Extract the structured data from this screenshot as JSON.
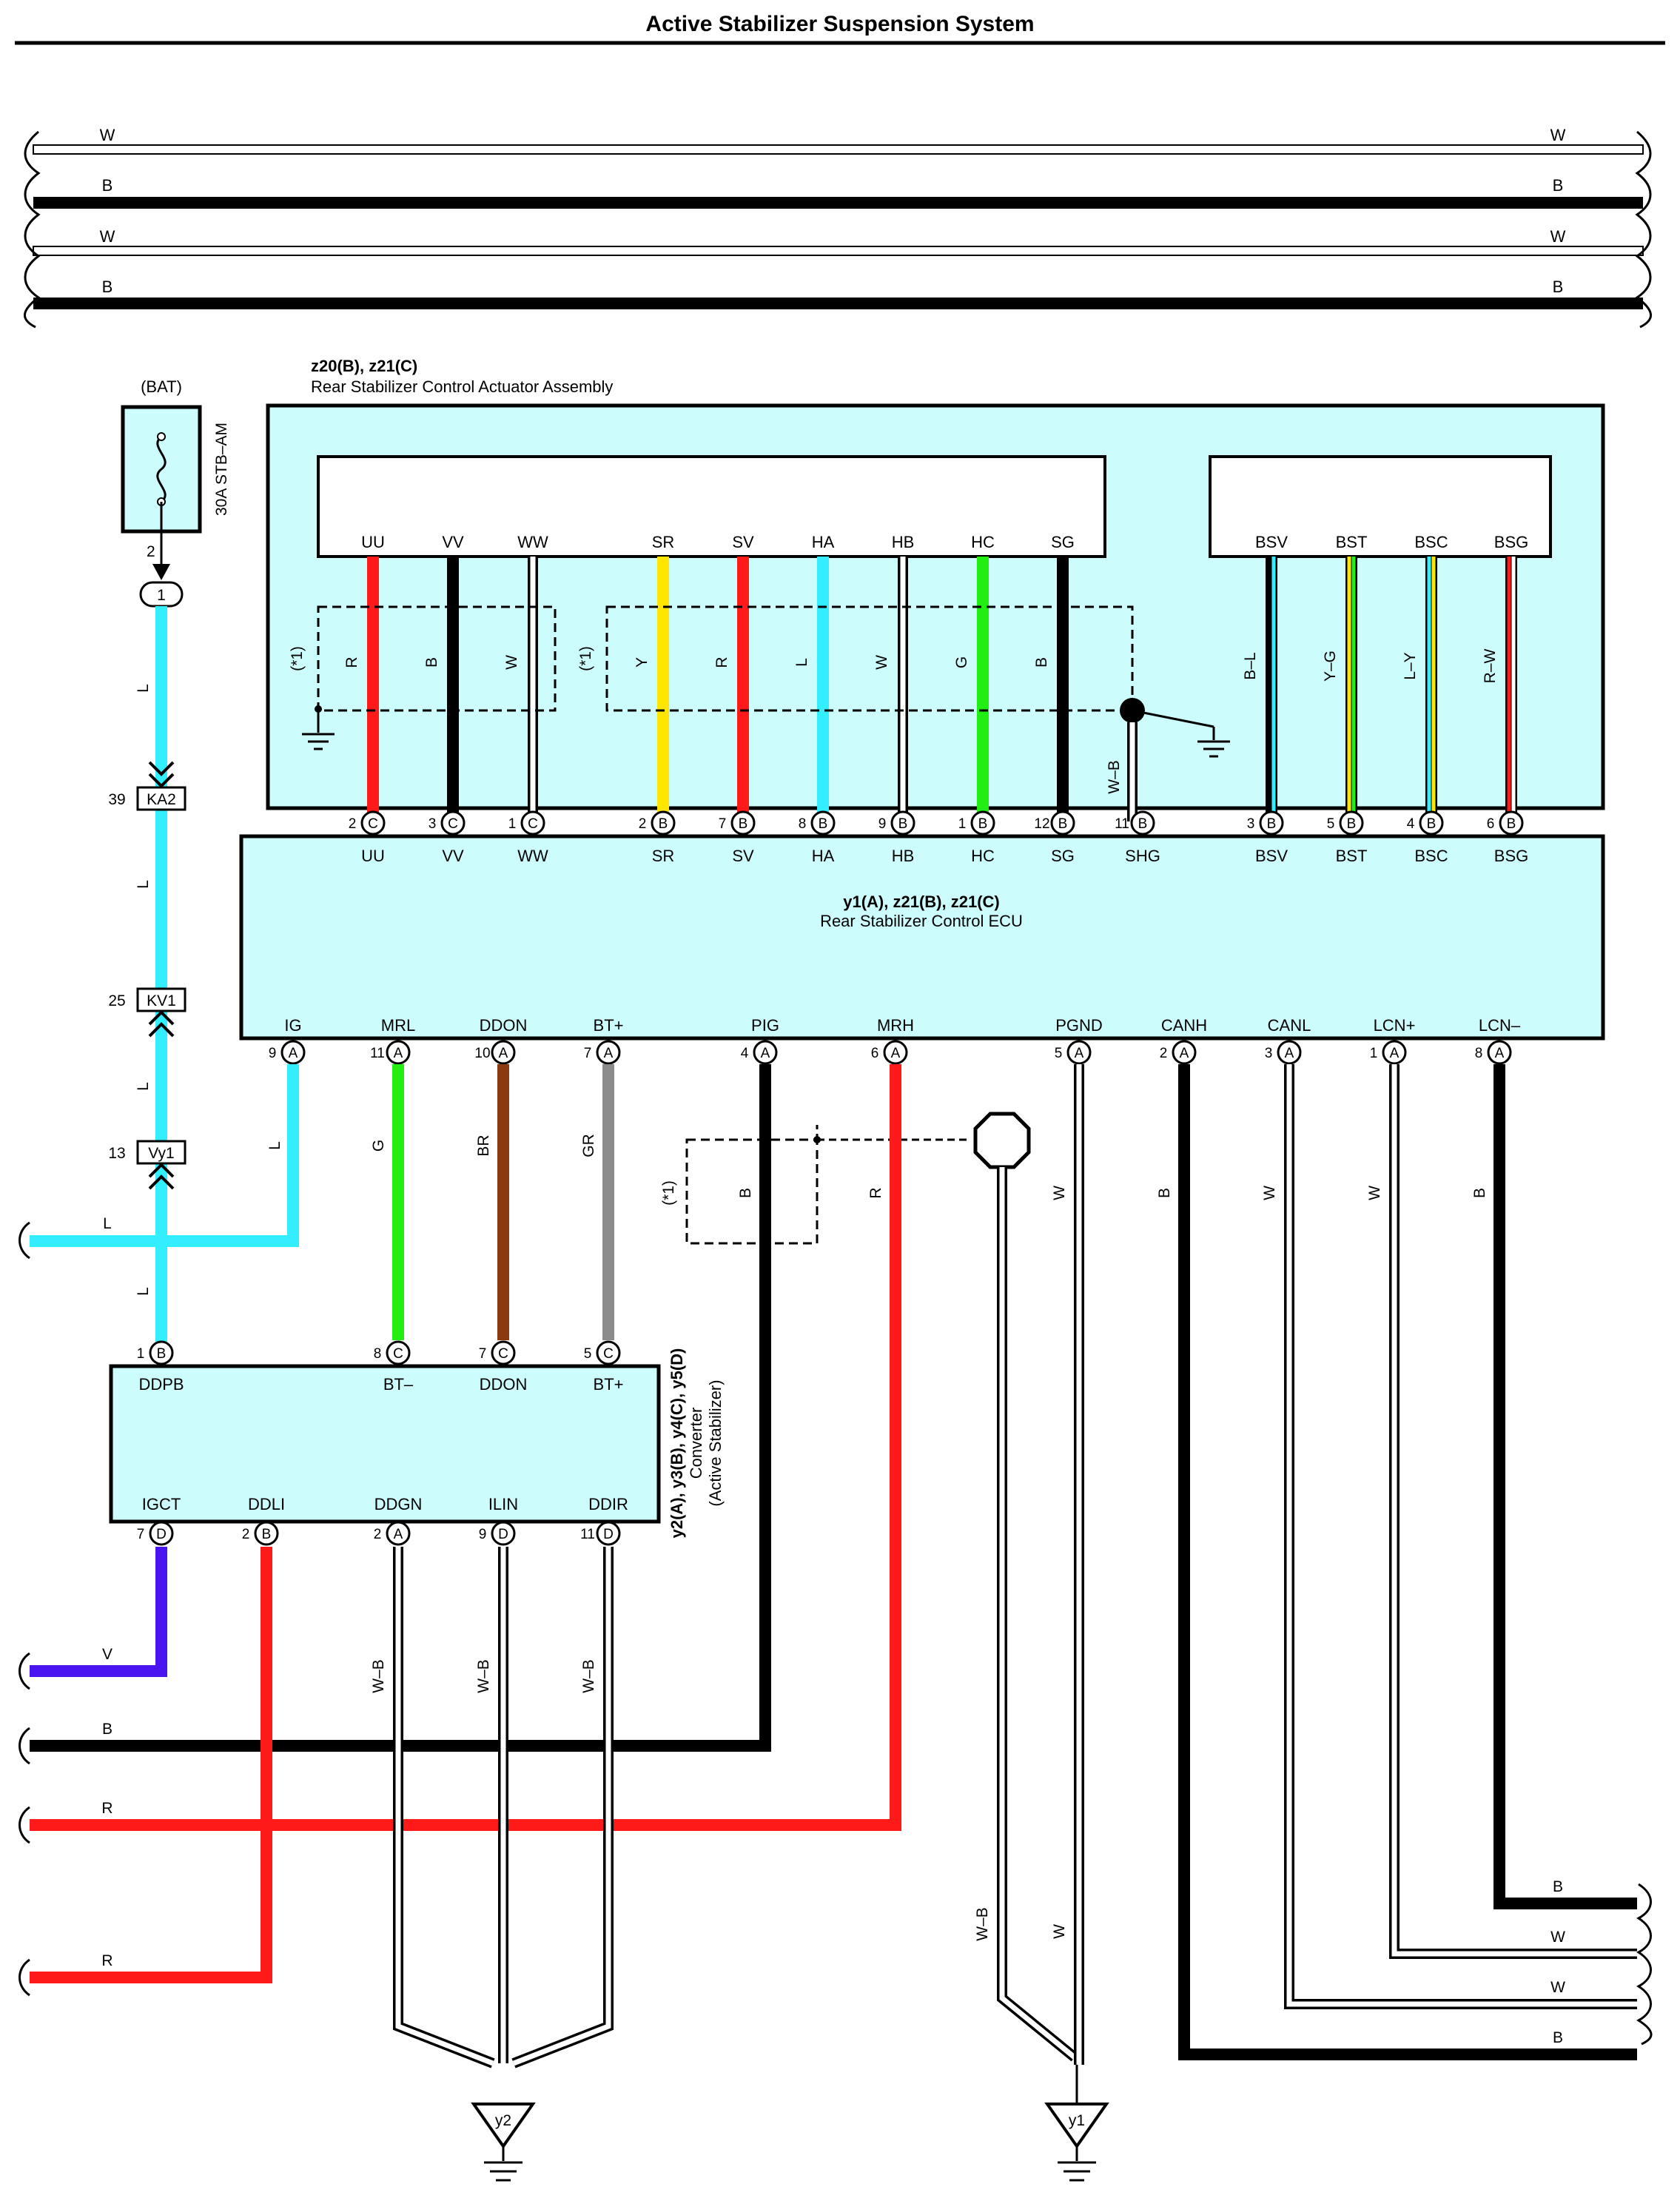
{
  "title": "Active Stabilizer Suspension System",
  "colors": {
    "L": "#33eeff",
    "R": "#ff1a1a",
    "B": "#000000",
    "W": "#ffffff",
    "Y": "#ffe600",
    "G": "#22ee11",
    "BR": "#8b3a10",
    "GR": "#8c8c8c",
    "V": "#4a14f0",
    "box_fill": "#ccfcfc"
  },
  "bus_lines": [
    {
      "color": "W",
      "label_left": "W",
      "label_right": "W"
    },
    {
      "color": "B",
      "label_left": "B",
      "label_right": "B"
    },
    {
      "color": "W",
      "label_left": "W",
      "label_right": "W"
    },
    {
      "color": "B",
      "label_left": "B",
      "label_right": "B"
    }
  ],
  "battery": {
    "label": "(BAT)",
    "fuse": "30A STB–AM",
    "pin": "2",
    "junction": "1"
  },
  "connectors": [
    {
      "id": "KA2",
      "pin": "39"
    },
    {
      "id": "KV1",
      "pin": "25"
    },
    {
      "id": "Vy1",
      "pin": "13"
    }
  ],
  "actuator": {
    "codes": "z20(B), z21(C)",
    "name": "Rear Stabilizer Control Actuator Assembly",
    "shielded_note": "(*1)",
    "terminals": [
      {
        "name": "UU",
        "wire": "R"
      },
      {
        "name": "VV",
        "wire": "B"
      },
      {
        "name": "WW",
        "wire": "W"
      },
      {
        "name": "SR",
        "wire": "Y"
      },
      {
        "name": "SV",
        "wire": "R"
      },
      {
        "name": "HA",
        "wire": "L"
      },
      {
        "name": "HB",
        "wire": "W"
      },
      {
        "name": "HC",
        "wire": "G"
      },
      {
        "name": "SG",
        "wire": "B"
      },
      {
        "name": "BSV",
        "wire": "B–L"
      },
      {
        "name": "BST",
        "wire": "Y–G"
      },
      {
        "name": "BSC",
        "wire": "L–Y"
      },
      {
        "name": "BSG",
        "wire": "R–W"
      }
    ],
    "shg_wire": "W–B"
  },
  "ecu": {
    "codes": "y1(A), z21(B), z21(C)",
    "name": "Rear Stabilizer Control ECU",
    "top_pins": [
      {
        "num": "2",
        "conn": "C",
        "name": "UU"
      },
      {
        "num": "3",
        "conn": "C",
        "name": "VV"
      },
      {
        "num": "1",
        "conn": "C",
        "name": "WW"
      },
      {
        "num": "2",
        "conn": "B",
        "name": "SR"
      },
      {
        "num": "7",
        "conn": "B",
        "name": "SV"
      },
      {
        "num": "8",
        "conn": "B",
        "name": "HA"
      },
      {
        "num": "9",
        "conn": "B",
        "name": "HB"
      },
      {
        "num": "1",
        "conn": "B",
        "name": "HC"
      },
      {
        "num": "12",
        "conn": "B",
        "name": "SG"
      },
      {
        "num": "11",
        "conn": "B",
        "name": "SHG"
      },
      {
        "num": "3",
        "conn": "B",
        "name": "BSV"
      },
      {
        "num": "5",
        "conn": "B",
        "name": "BST"
      },
      {
        "num": "4",
        "conn": "B",
        "name": "BSC"
      },
      {
        "num": "6",
        "conn": "B",
        "name": "BSG"
      }
    ],
    "bottom_pins": [
      {
        "num": "9",
        "conn": "A",
        "name": "IG",
        "wire": "L"
      },
      {
        "num": "11",
        "conn": "A",
        "name": "MRL",
        "wire": "G"
      },
      {
        "num": "10",
        "conn": "A",
        "name": "DDON",
        "wire": "BR"
      },
      {
        "num": "7",
        "conn": "A",
        "name": "BT+",
        "wire": "GR"
      },
      {
        "num": "4",
        "conn": "A",
        "name": "PIG",
        "wire": "B"
      },
      {
        "num": "6",
        "conn": "A",
        "name": "MRH",
        "wire": "R"
      },
      {
        "num": "5",
        "conn": "A",
        "name": "PGND",
        "wire": "W"
      },
      {
        "num": "2",
        "conn": "A",
        "name": "CANH",
        "wire": "B"
      },
      {
        "num": "3",
        "conn": "A",
        "name": "CANL",
        "wire": "W"
      },
      {
        "num": "1",
        "conn": "A",
        "name": "LCN+",
        "wire": "W"
      },
      {
        "num": "8",
        "conn": "A",
        "name": "LCN–",
        "wire": "B"
      }
    ]
  },
  "converter": {
    "codes": "y2(A), y3(B), y4(C), y5(D)",
    "name": "Converter",
    "subtitle": "(Active Stabilizer)",
    "top_pins": [
      {
        "num": "1",
        "conn": "B",
        "name": "DDPB",
        "wire": "L"
      },
      {
        "num": "8",
        "conn": "C",
        "name": "BT–"
      },
      {
        "num": "7",
        "conn": "C",
        "name": "DDON"
      },
      {
        "num": "5",
        "conn": "C",
        "name": "BT+"
      }
    ],
    "bottom_pins": [
      {
        "num": "7",
        "conn": "D",
        "name": "IGCT",
        "wire": "V"
      },
      {
        "num": "2",
        "conn": "B",
        "name": "DDLI",
        "wire": "R"
      },
      {
        "num": "2",
        "conn": "A",
        "name": "DDGN",
        "wire": "W–B"
      },
      {
        "num": "9",
        "conn": "D",
        "name": "ILIN",
        "wire": "W–B"
      },
      {
        "num": "11",
        "conn": "D",
        "name": "DDIR",
        "wire": "W–B"
      }
    ]
  },
  "left_wires": {
    "L": "L",
    "V": "V",
    "B": "B",
    "R1": "R",
    "R2": "R"
  },
  "right_wires": [
    "B",
    "W",
    "W",
    "B"
  ],
  "ground_labels": {
    "y1": "y1",
    "y2": "y2",
    "pgnd_wb": "W–B",
    "pgnd_w": "W"
  }
}
